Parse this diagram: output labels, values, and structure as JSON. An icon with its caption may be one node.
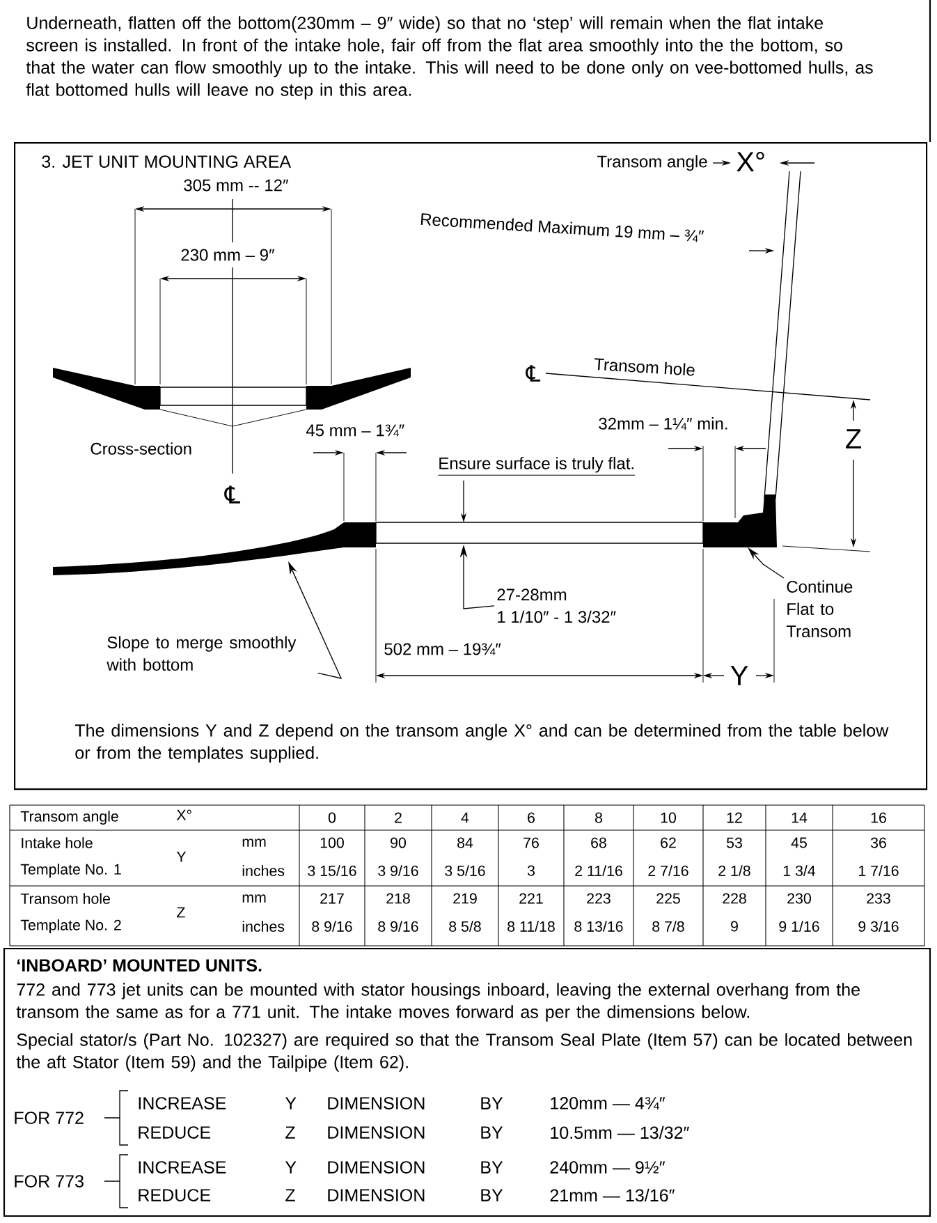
{
  "diagram": {
    "nodes": [
      {
        "text": [
          "3. JET UNIT MOUNTING AREA"
        ]
      },
      {
        "text": [
          "Slope to merge smoothly with bottom"
        ],
        "in": 0
      },
      {
        "text": [
          "Continue Flat to Transom"
        ],
        "in": 0
      },
      {
        "text": [
          "27-28mm",
          "1 1/10″ - 1 3/32″"
        ],
        "in": 0
      }
    ],
    "edges": [
      {
        "from": 1,
        "to": null,
        "arrow": "to"
      },
      {
        "from": 2,
        "to": null,
        "arrow": "to"
      },
      {
        "from": 3,
        "to": null,
        "arrow": "to"
      }
    ],
    "labels": [
      "Underneath, flatten off the bottom(230mm – 9″ wide) so that no ‘step’ will remain when the flat intake screen is installed. In front of the intake hole, fair off from the flat area smoothly into the the bottom, so that the water can flow smoothly up to the intake. This will need to be done only on vee-bottomed hulls, as flat bottomed hulls will leave no step in this area.",
      "Transom angle",
      "X°",
      "305 mm -- 12″",
      "Recommended Maximum 19 mm – ¾″",
      "230 mm – 9″",
      "℄",
      "Transom hole",
      "45 mm – 1¾″",
      "32mm – 1¼″ min.",
      "Cross-section",
      "Z",
      "℄",
      "Ensure surface is truly flat.",
      "502 mm – 19¾″",
      "Y",
      "The dimensions Y and Z depend on the transom angle X° and can be determined from the table below or from the templates supplied.",
      "Transom angle",
      "X°",
      "0",
      "2",
      "4",
      "6",
      "8",
      "10",
      "12",
      "14",
      "16",
      "Intake hole",
      "Y",
      "mm",
      "100",
      "90",
      "84",
      "76",
      "68",
      "62",
      "53",
      "45",
      "36",
      "Template No. 1",
      "inches",
      "3 15/16",
      "3 9/16",
      "3 5/16",
      "3",
      "2 11/16",
      "2 7/16",
      "2 1/8",
      "1 3/4",
      "1 7/16",
      "Transom hole",
      "Z",
      "mm",
      "217",
      "218",
      "219",
      "221",
      "223",
      "225",
      "228",
      "230",
      "233",
      "Template No. 2",
      "inches",
      "8 9/16",
      "8 9/16",
      "8 5/8",
      "8 11/18",
      "8 13/16",
      "8 7/8",
      "9",
      "9 1/16",
      "9 3/16",
      "‘INBOARD’ MOUNTED UNITS.",
      "772 and 773 jet units can be mounted with stator housings inboard, leaving the external overhang from the transom the same as for a 771 unit. The intake moves forward as per the dimensions below.",
      "Special stator/s (Part No. 102327) are required so that the Transom Seal Plate (Item 57) can be located between the aft Stator (Item 59) and the Tailpipe (Item 62).",
      "FOR 772",
      "INCREASE",
      "Y",
      "DIMENSION",
      "BY",
      "120mm — 4¾″",
      "REDUCE",
      "Z",
      "DIMENSION",
      "BY",
      "10.5mm — 13/32″",
      "FOR 773",
      "INCREASE",
      "Y",
      "DIMENSION",
      "BY",
      "240mm — 9½″",
      "REDUCE",
      "Z",
      "DIMENSION",
      "BY",
      "21mm — 13/16″"
    ]
  }
}
